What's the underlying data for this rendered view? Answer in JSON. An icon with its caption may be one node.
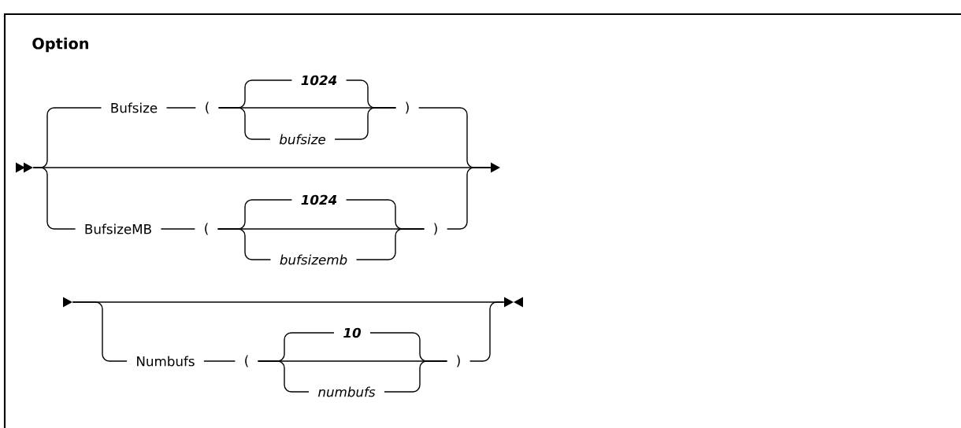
{
  "diagram": {
    "title": "Option",
    "nodes": [
      {
        "text": [],
        "shape": "triangle"
      },
      {
        "text": [
          "Bufsize"
        ]
      },
      {
        "text": [
          "("
        ]
      },
      {
        "text": [
          "1024"
        ]
      },
      {
        "text": [
          "bufsize"
        ]
      },
      {
        "text": [
          ")"
        ]
      },
      {
        "text": [
          "BufsizeMB"
        ]
      },
      {
        "text": [
          "("
        ]
      },
      {
        "text": [
          "1024"
        ]
      },
      {
        "text": [
          "bufsizemb"
        ]
      },
      {
        "text": [
          ")"
        ]
      },
      {
        "text": [],
        "shape": "triangle"
      },
      {
        "text": [],
        "shape": "triangle"
      },
      {
        "text": [
          "Numbufs"
        ]
      },
      {
        "text": [
          "("
        ]
      },
      {
        "text": [
          "10"
        ]
      },
      {
        "text": [
          "numbufs"
        ]
      },
      {
        "text": [
          ")"
        ]
      },
      {
        "text": [],
        "shape": "triangle"
      }
    ],
    "edges": [
      {
        "from": 0,
        "to": 1,
        "arrow": "none"
      },
      {
        "from": 1,
        "to": 2,
        "arrow": "none"
      },
      {
        "from": 2,
        "to": 3,
        "arrow": "none"
      },
      {
        "from": 2,
        "to": 5,
        "arrow": "none"
      },
      {
        "from": 2,
        "to": 4,
        "arrow": "none"
      },
      {
        "from": 3,
        "to": 5,
        "arrow": "none"
      },
      {
        "from": 4,
        "to": 5,
        "arrow": "none"
      },
      {
        "from": 5,
        "to": 11,
        "arrow": "none"
      },
      {
        "from": 0,
        "to": 11,
        "arrow": "none"
      },
      {
        "from": 0,
        "to": 6,
        "arrow": "none"
      },
      {
        "from": 6,
        "to": 7,
        "arrow": "none"
      },
      {
        "from": 7,
        "to": 8,
        "arrow": "none"
      },
      {
        "from": 7,
        "to": 10,
        "arrow": "none"
      },
      {
        "from": 7,
        "to": 9,
        "arrow": "none"
      },
      {
        "from": 8,
        "to": 10,
        "arrow": "none"
      },
      {
        "from": 9,
        "to": 10,
        "arrow": "none"
      },
      {
        "from": 10,
        "to": 11,
        "arrow": "none"
      },
      {
        "from": 12,
        "to": 18,
        "arrow": "none"
      },
      {
        "from": 12,
        "to": 13,
        "arrow": "none"
      },
      {
        "from": 13,
        "to": 14,
        "arrow": "none"
      },
      {
        "from": 14,
        "to": 15,
        "arrow": "none"
      },
      {
        "from": 14,
        "to": 17,
        "arrow": "none"
      },
      {
        "from": 14,
        "to": 16,
        "arrow": "none"
      },
      {
        "from": 15,
        "to": 17,
        "arrow": "none"
      },
      {
        "from": 16,
        "to": 17,
        "arrow": "none"
      },
      {
        "from": 17,
        "to": 18,
        "arrow": "none"
      }
    ]
  }
}
